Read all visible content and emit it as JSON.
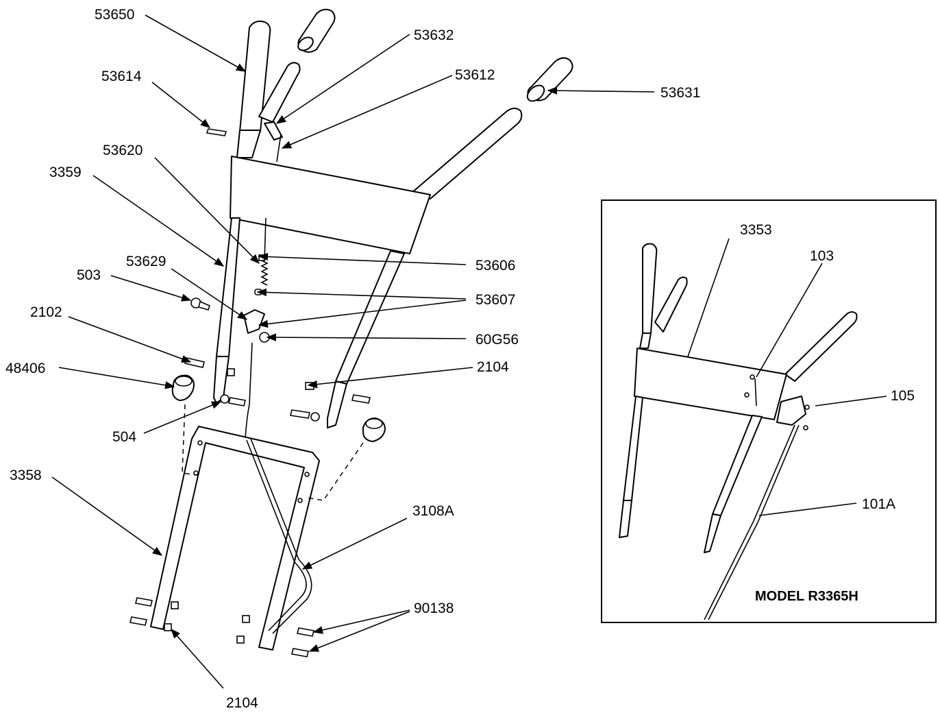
{
  "diagram": {
    "labels": {
      "l53650": "53650",
      "l53632": "53632",
      "l53612": "53612",
      "l53631": "53631",
      "l53614": "53614",
      "l53620": "53620",
      "l3359": "3359",
      "l53629": "53629",
      "l503": "503",
      "l53606": "53606",
      "l53607": "53607",
      "l2102": "2102",
      "l60G56": "60G56",
      "l48406": "48406",
      "l2104a": "2104",
      "l504": "504",
      "l3358": "3358",
      "l3108A": "3108A",
      "l90138": "90138",
      "l2104b": "2104"
    },
    "inset": {
      "title": "MODEL R3365H",
      "labels": {
        "l3353": "3353",
        "l103": "103",
        "l105": "105",
        "l101A": "101A"
      }
    }
  }
}
